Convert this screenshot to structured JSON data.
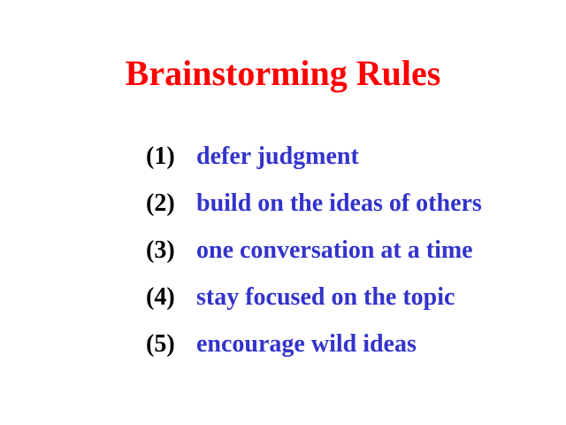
{
  "slide": {
    "title": "Brainstorming Rules",
    "items": [
      {
        "number": "(1)",
        "text": "defer judgment"
      },
      {
        "number": "(2)",
        "text": "build on the ideas of others"
      },
      {
        "number": "(3)",
        "text": "one conversation at a time"
      },
      {
        "number": "(4)",
        "text": "stay focused on the topic"
      },
      {
        "number": "(5)",
        "text": "encourage wild ideas"
      }
    ],
    "colors": {
      "background": "#ffffff",
      "title": "#ff0000",
      "item_number": "#000000",
      "item_text": "#3333cc"
    }
  }
}
